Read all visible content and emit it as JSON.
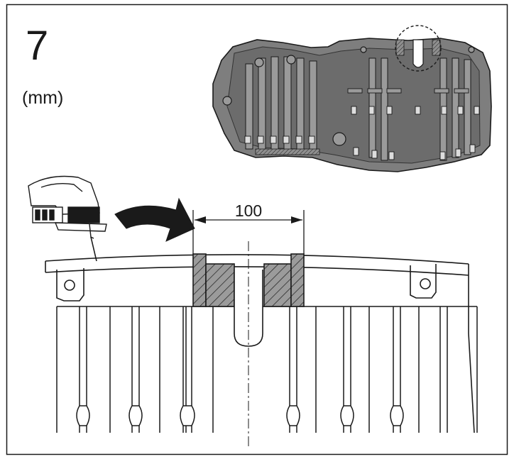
{
  "step": {
    "number": "7",
    "unit": "(mm)"
  },
  "dimension": {
    "value": "100"
  },
  "icons": {
    "tool": "jigsaw-icon",
    "arrow": "curved-arrow-icon",
    "part": "mower-underside-part"
  },
  "colors": {
    "line": "#1a1a1a",
    "part_fill": "#7d7d7d",
    "part_dark": "#555555",
    "hatch": "#9a9a9a"
  }
}
